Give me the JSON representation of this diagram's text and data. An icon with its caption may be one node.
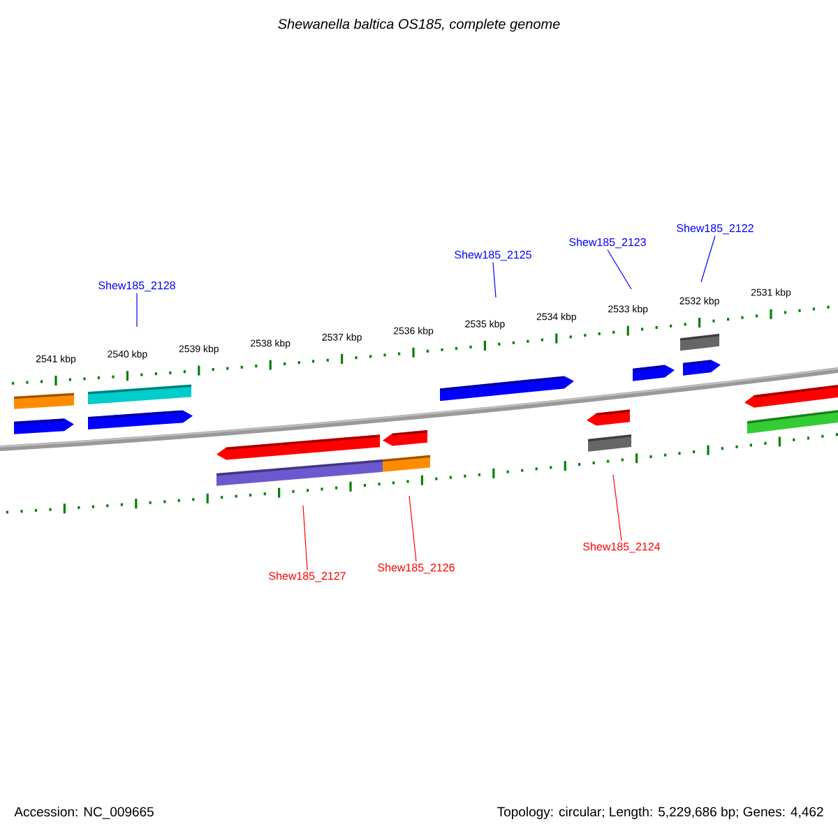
{
  "diagram": {
    "title": "Shewanella baltica OS185, complete genome",
    "nodes": [
      {
        "text": [
          "Shew185_2128"
        ]
      },
      {
        "text": [
          "Shew185_2125"
        ]
      },
      {
        "text": [
          "Shew185_2123"
        ]
      },
      {
        "text": [
          "Shew185_2122"
        ]
      },
      {
        "text": [
          "Shew185_2127"
        ]
      },
      {
        "text": [
          "Shew185_2126"
        ]
      },
      {
        "text": [
          "Shew185_2124"
        ]
      }
    ],
    "edges": [
      {
        "from": 0,
        "to": null,
        "arrow": "none",
        "color": "#0000ff"
      },
      {
        "from": 1,
        "to": null,
        "arrow": "none",
        "color": "#0000ff"
      },
      {
        "from": 2,
        "to": null,
        "arrow": "none",
        "color": "#0000ff"
      },
      {
        "from": 3,
        "to": null,
        "arrow": "none",
        "color": "#0000ff"
      },
      {
        "from": 4,
        "to": null,
        "arrow": "none",
        "color": "#ff0000"
      },
      {
        "from": 5,
        "to": null,
        "arrow": "none",
        "color": "#ff0000"
      },
      {
        "from": 6,
        "to": null,
        "arrow": "none",
        "color": "#ff0000"
      }
    ],
    "labels": [
      "2541 kbp",
      "2540 kbp",
      "2539 kbp",
      "2538 kbp",
      "2537 kbp",
      "2536 kbp",
      "2535 kbp",
      "2534 kbp",
      "2533 kbp",
      "2532 kbp",
      "2531 kbp",
      "Accession: NC_009665",
      "Topology: circular; Length: 5,229,686 bp; Genes: 4,462"
    ]
  }
}
